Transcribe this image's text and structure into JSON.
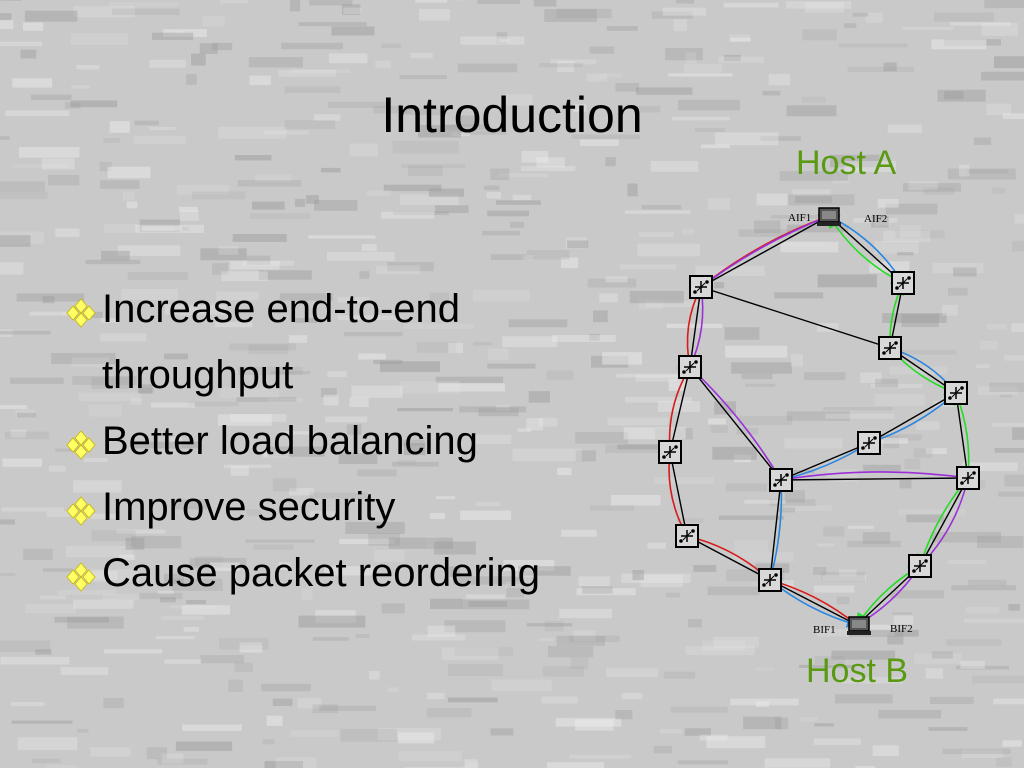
{
  "slide": {
    "title": "Introduction",
    "bullets": [
      "Increase end-to-end throughput",
      "Better load balancing",
      "Improve security",
      "Cause packet reordering"
    ]
  },
  "diagram": {
    "host_a_label": "Host A",
    "host_b_label": "Host B",
    "interface_labels": {
      "aif1": "AIF1",
      "aif2": "AIF2",
      "bif1": "BIF1",
      "bif2": "BIF2"
    }
  },
  "colors": {
    "background": "#c9c9c9",
    "host_label": "#5a9a12",
    "bullet": "#ffff66",
    "path_red": "#d81b1b",
    "path_purple": "#9b30d9",
    "path_blue": "#2a86e0",
    "path_green": "#22dd22"
  },
  "icons": {
    "bullet": "four-diamond-bullet-icon",
    "router": "router-icon",
    "host": "computer-host-icon"
  }
}
